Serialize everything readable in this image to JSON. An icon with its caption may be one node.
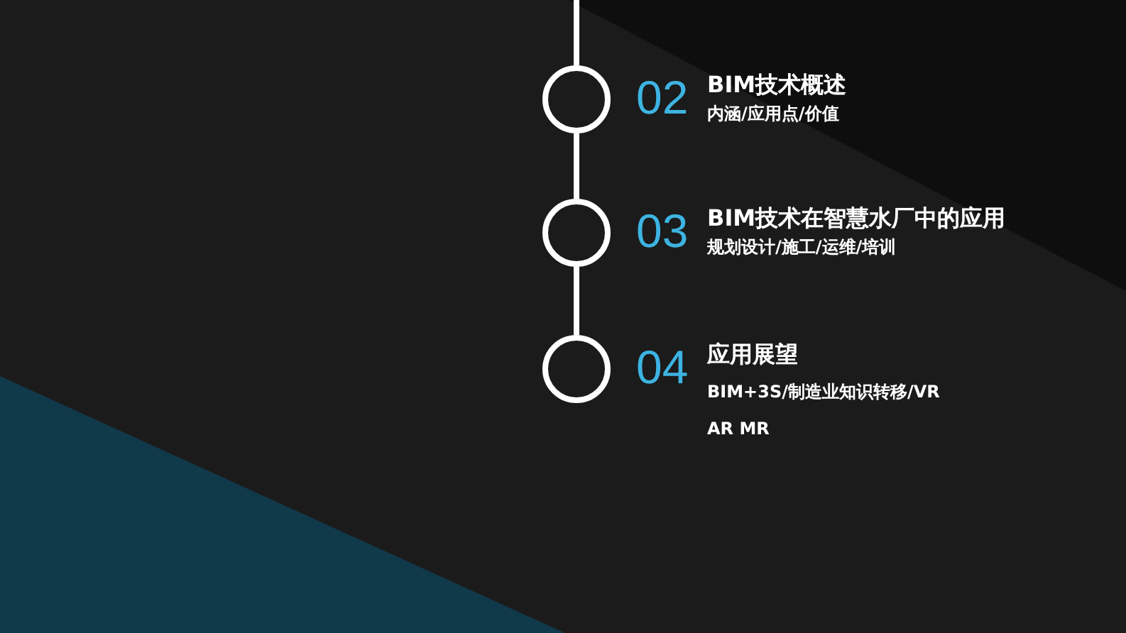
{
  "diagram": {
    "nodes": [
      {
        "text": [],
        "shape": "circle",
        "beside": [
          "02",
          "BIM技术概述",
          "内涵/应用点/价值"
        ]
      },
      {
        "text": [],
        "shape": "circle",
        "beside": [
          "03",
          "BIM技术在智慧水厂中的应用",
          "规划设计/施工/运维/培训"
        ]
      },
      {
        "text": [],
        "shape": "circle",
        "beside": [
          "04",
          "应用展望",
          "BIM+3S/制造业知识转移/VR AR MR"
        ]
      }
    ],
    "edges": [
      {
        "from": null,
        "to": 0,
        "arrow": "none"
      },
      {
        "from": 0,
        "to": 1,
        "arrow": "none"
      },
      {
        "from": 1,
        "to": 2,
        "arrow": "none"
      }
    ]
  }
}
